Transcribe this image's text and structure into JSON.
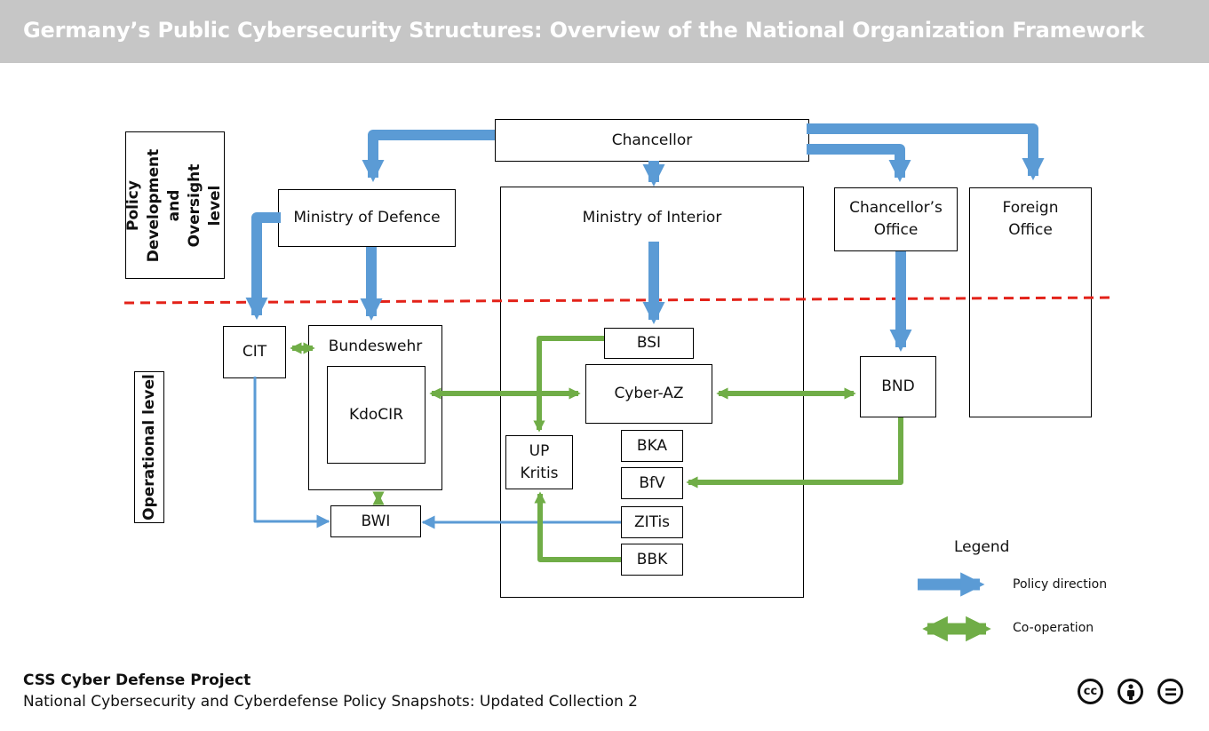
{
  "header": {
    "title": "Germany’s Public Cybersecurity Structures: Overview of the National Organization Framework"
  },
  "levels": {
    "policy": "Policy Development and Oversight level",
    "operational": "Operational level"
  },
  "nodes": {
    "chancellor": "Chancellor",
    "ministry_defence": "Ministry of Defence",
    "ministry_interior": "Ministry of Interior",
    "chancellors_office": "Chancellor’s Office",
    "foreign_office": "Foreign Office",
    "cit": "CIT",
    "bundeswehr": "Bundeswehr",
    "kdocir": "KdoCIR",
    "bsi": "BSI",
    "cyber_az": "Cyber-AZ",
    "bnd": "BND",
    "up_kritis": "UP Kritis",
    "bka": "BKA",
    "bfv": "BfV",
    "zitis": "ZITis",
    "bwi": "BWI",
    "bbk": "BBK"
  },
  "legend": {
    "title": "Legend",
    "policy_direction": "Policy direction",
    "cooperation": "Co-operation"
  },
  "colors": {
    "policy": "#5b9bd5",
    "cooperation": "#70ad47",
    "divider": "#e32219",
    "header_bg": "#c6c6c6"
  },
  "footer": {
    "title": "CSS Cyber Defense Project",
    "subtitle": "National Cybersecurity and Cyberdefense Policy Snapshots: Updated Collection 2"
  },
  "license_icons": [
    "cc-icon",
    "attribution-icon",
    "no-derivatives-icon"
  ]
}
